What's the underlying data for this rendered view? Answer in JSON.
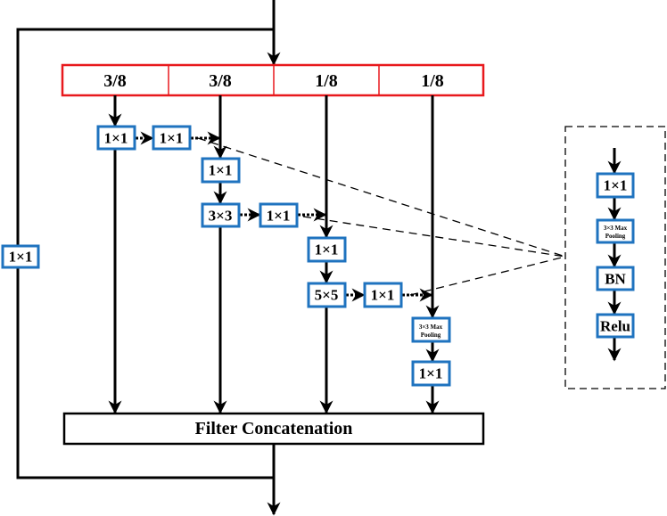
{
  "splits": [
    "3/8",
    "3/8",
    "1/8",
    "1/8"
  ],
  "shortcut_label": "1×1",
  "branch1": {
    "conv": "1×1",
    "dotted": "1×1"
  },
  "branch2": {
    "conv1": "1×1",
    "conv2": "3×3",
    "dotted": "1×1"
  },
  "branch3": {
    "conv1": "1×1",
    "conv2": "5×5",
    "dotted": "1×1"
  },
  "branch4": {
    "pool_line1": "3×3 Max",
    "pool_line2": "Pooling",
    "conv": "1×1"
  },
  "concat_label": "Filter Concatenation",
  "detail": {
    "conv": "1×1",
    "pool_line1": "3×3 Max",
    "pool_line2": "Pooling",
    "bn": "BN",
    "act": "Relu"
  },
  "colors": {
    "split_border": "#e8191d",
    "block_border": "#1f73bf"
  }
}
